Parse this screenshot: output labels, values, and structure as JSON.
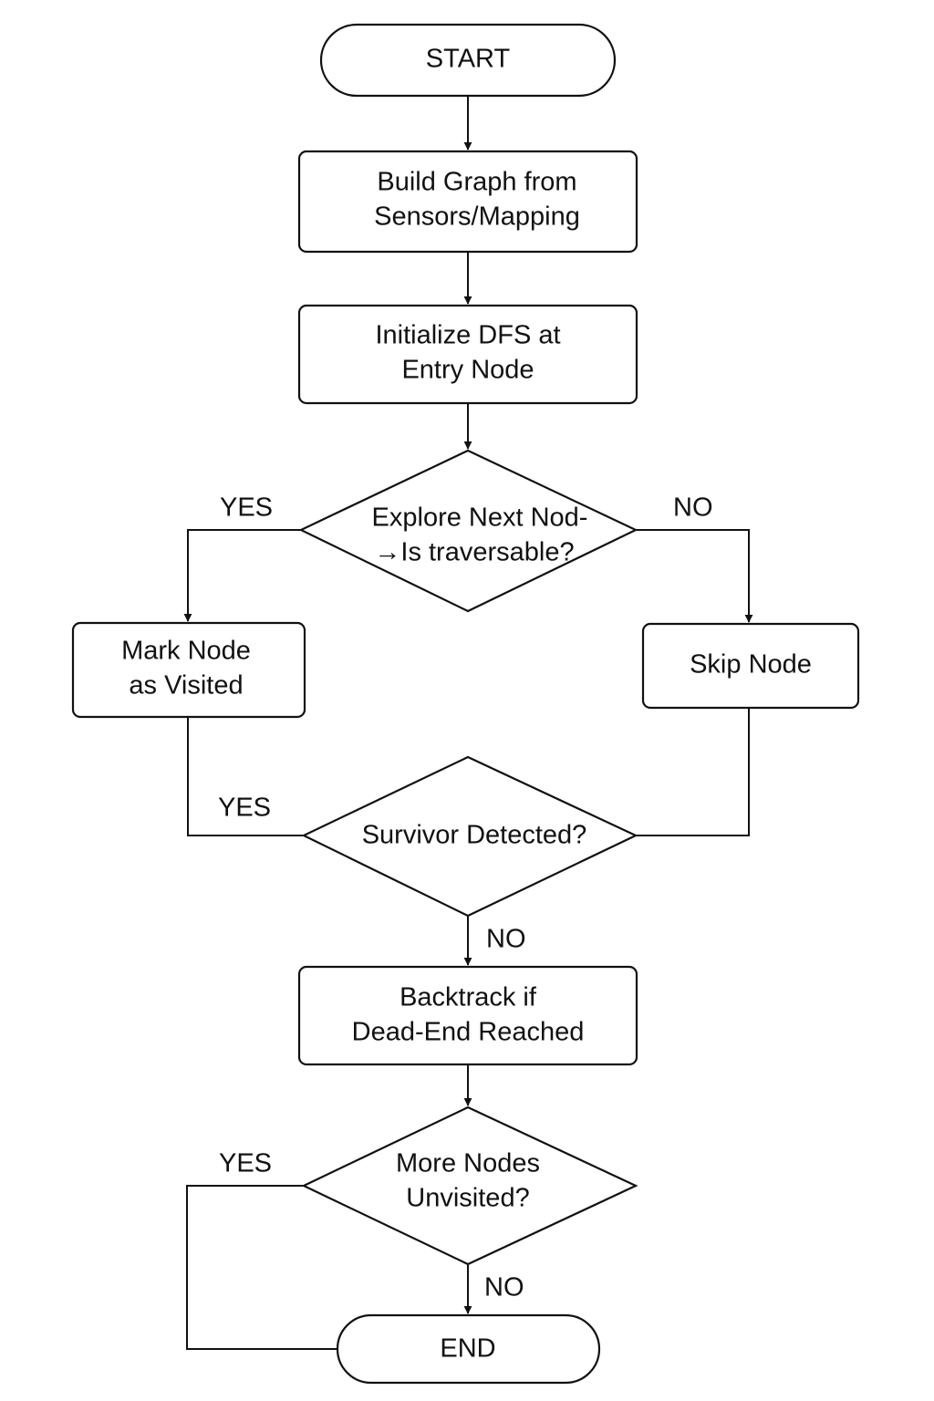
{
  "nodes": {
    "start": {
      "label": "START"
    },
    "build": {
      "line1": "Build Graph from",
      "line2": "Sensors/Mapping"
    },
    "init": {
      "line1": "Initialize DFS at",
      "line2": "Entry Node"
    },
    "explore": {
      "line1": "Explore Next Nod-",
      "line2": "→Is traversable?"
    },
    "mark": {
      "line1": "Mark Node",
      "line2": "as Visited"
    },
    "skip": {
      "label": "Skip Node"
    },
    "survivor": {
      "label": "Survivor Detected?"
    },
    "backtrack": {
      "line1": "Backtrack if",
      "line2": "Dead-End Reached"
    },
    "more": {
      "line1": "More Nodes",
      "line2": "Unvisited?"
    },
    "end": {
      "label": "END"
    }
  },
  "edges": {
    "explore_yes": "YES",
    "explore_no": "NO",
    "survivor_yes": "YES",
    "survivor_no": "NO",
    "more_yes": "YES",
    "more_no": "NO"
  }
}
